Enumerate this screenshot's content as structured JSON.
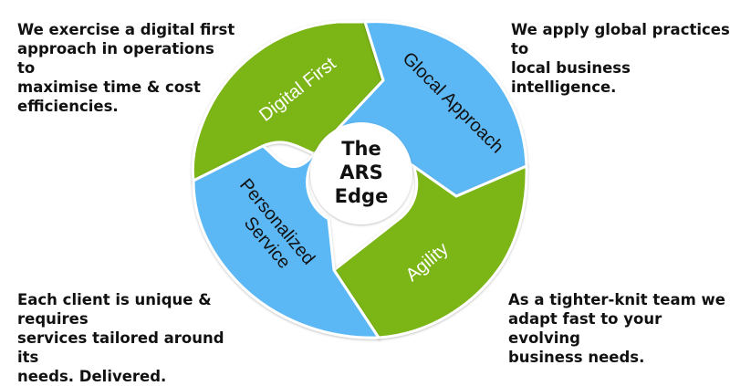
{
  "diagram": {
    "center_title": {
      "line1": "The",
      "line2": "ARS",
      "line3": "Edge"
    },
    "segments": [
      {
        "label": "Digital First",
        "color": "#7cb518"
      },
      {
        "label": "Glocal Approach",
        "color": "#5bb8f5"
      },
      {
        "label": "Agility",
        "color": "#7cb518"
      },
      {
        "label": "Personalized",
        "label2": "Service",
        "color": "#5bb8f5"
      }
    ],
    "descriptions": {
      "top_left": "We exercise a digital first\napproach in operations to\nmaximise time & cost\nefficiencies.",
      "top_right": "We apply global practices to\nlocal business intelligence.",
      "bottom_left": "Each client is unique & requires\nservices tailored around its\nneeds. Delivered.",
      "bottom_right": "As a tighter-knit team we\nadapt fast to your evolving\nbusiness needs."
    }
  }
}
